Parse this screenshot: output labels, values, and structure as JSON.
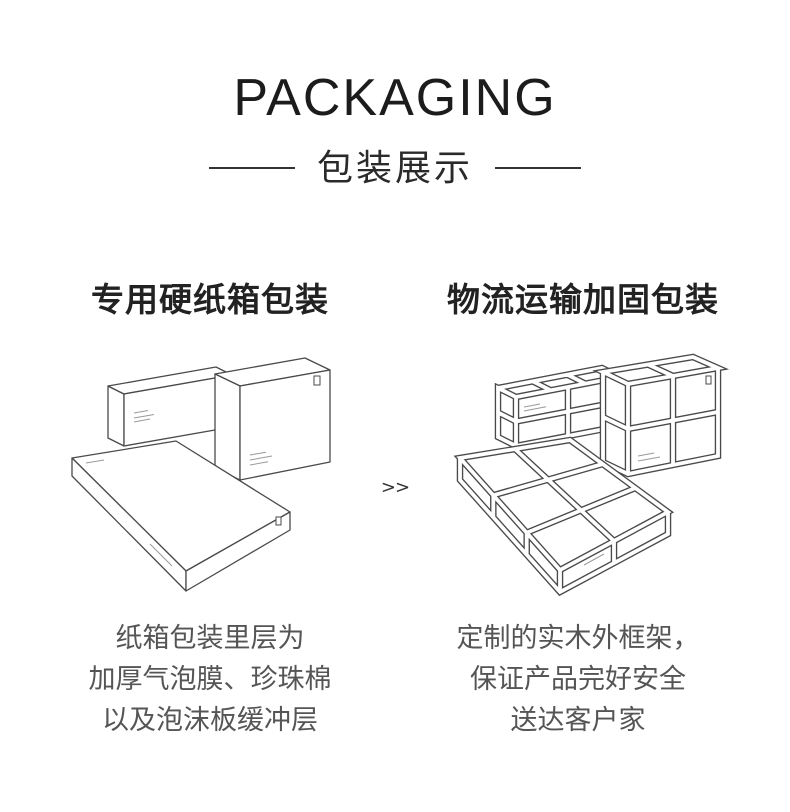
{
  "header": {
    "title": "PACKAGING",
    "subtitle": "包装展示"
  },
  "sections": [
    {
      "heading": "专用硬纸箱包装",
      "illustration_icon": "cardboard-boxes-icon",
      "lines": [
        "纸箱包装里层为",
        "加厚气泡膜、珍珠棉",
        "以及泡沫板缓冲层"
      ]
    },
    {
      "heading": "物流运输加固包装",
      "illustration_icon": "wooden-crates-icon",
      "lines": [
        "定制的实木外框架，",
        "保证产品完好安全",
        "送达客户家"
      ]
    }
  ],
  "arrow": ">>",
  "colors": {
    "background": "#ffffff",
    "title": "#1c1c1c",
    "heading": "#222222",
    "body_text": "#555555",
    "rule": "#333333",
    "line_art": "#4a4a4a"
  }
}
